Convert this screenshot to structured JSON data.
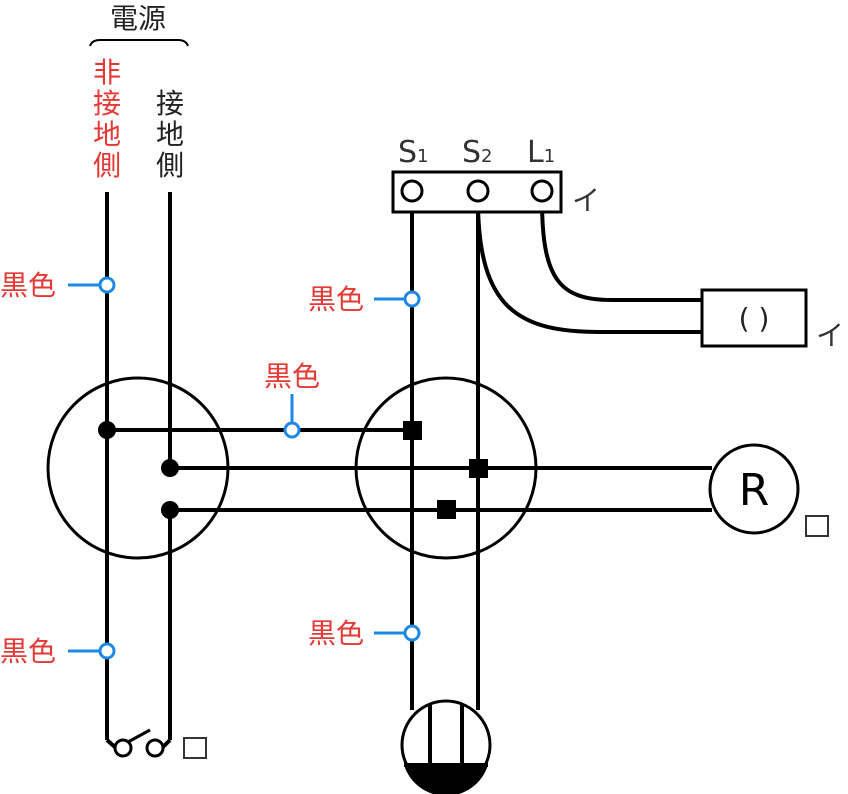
{
  "source": {
    "label": "電源",
    "ungrounded": "非接地側",
    "grounded": "接地側"
  },
  "terminals": {
    "s1": "S",
    "s1_sub": "1",
    "s2": "S",
    "s2_sub": "2",
    "l1": "L",
    "l1_sub": "1"
  },
  "marks": {
    "i_terminal": "イ",
    "i_lamp": "イ",
    "ro_lamp": "ロ",
    "ro_switch": "ロ"
  },
  "lamp_r": "R",
  "lamp_paren": "( )",
  "wire_color_label": "黒色",
  "colors": {
    "wire": "#000000",
    "label_red": "#e53935",
    "marker_blue": "#1e88e5"
  }
}
